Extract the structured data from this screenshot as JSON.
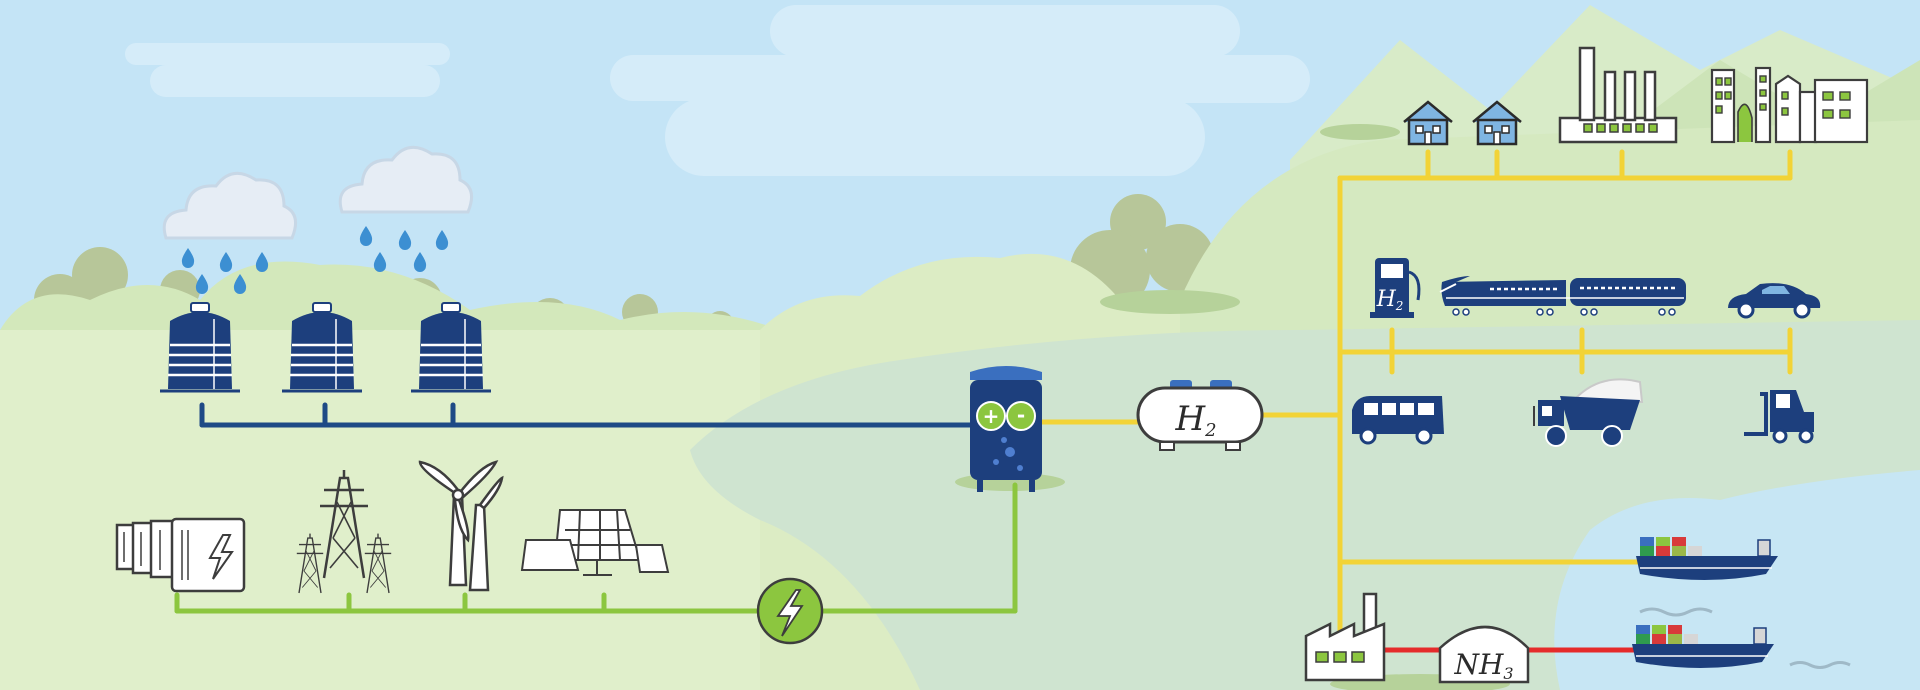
{
  "labels": {
    "hydrogen_main": "H",
    "hydrogen_main_sub": "2",
    "hydrogen_pump": "H",
    "hydrogen_pump_sub": "2",
    "ammonia": "NH",
    "ammonia_sub": "3",
    "plus": "+",
    "minus": "-"
  },
  "icons": [
    "cloud-icon",
    "raindrop-icon",
    "water-tank-icon",
    "battery-storage-icon",
    "power-pylon-icon",
    "wind-turbine-icon",
    "solar-panel-icon",
    "lightning-bolt-icon",
    "electrolyser-icon",
    "hydrogen-tank-icon",
    "house-icon",
    "factory-icon",
    "city-icon",
    "fuel-pump-icon",
    "train-icon",
    "car-icon",
    "bus-icon",
    "mining-truck-icon",
    "forklift-icon",
    "cargo-ship-icon",
    "ammonia-plant-icon",
    "ammonia-dome-icon"
  ],
  "colors": {
    "sky": "#c4e4f6",
    "water_line": "#1e4a86",
    "power_line": "#8cc63f",
    "hydrogen_line": "#f2d336",
    "ammonia_line": "#e52b2b",
    "icon_navy": "#1d3f7d",
    "house_blue": "#7fb5e2",
    "grass": "#e0efcb",
    "hill": "#d3e8bb",
    "sea": "#c7e6f4"
  }
}
